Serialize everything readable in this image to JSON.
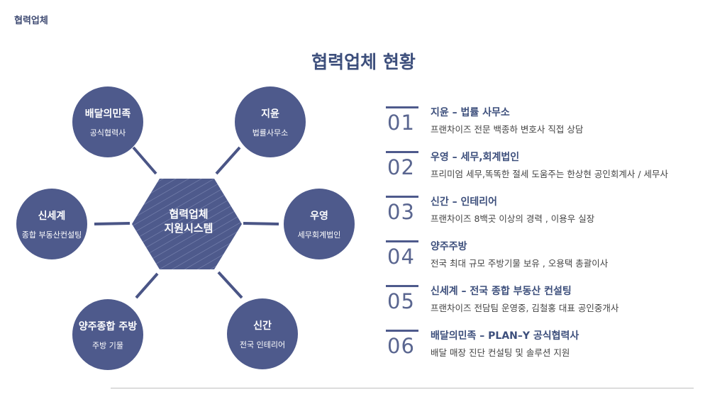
{
  "header": {
    "label": "협력업체"
  },
  "page": {
    "title": "협력업체 현황"
  },
  "diagram": {
    "hub": {
      "line1": "협력업체",
      "line2": "지원시스템"
    },
    "nodes": {
      "baemin": {
        "title": "배달의민족",
        "sub": "공식협력사"
      },
      "jiyun": {
        "title": "지윤",
        "sub": "법률사무소"
      },
      "shinsegye": {
        "title": "신세계",
        "sub": "종합 부동산컨설팅"
      },
      "uyeong": {
        "title": "우영",
        "sub": "세무회계법인"
      },
      "yangju": {
        "title": "양주종합 주방",
        "sub": "주방 기물"
      },
      "singan": {
        "title": "신간",
        "sub": "전국 인테리어"
      }
    }
  },
  "partners": [
    {
      "num": "01",
      "title": "지윤 – 법률 사무소",
      "desc": "프랜차이즈 전문 백종하 변호사 직접 상담"
    },
    {
      "num": "02",
      "title": "우영 – 세무,회계법인",
      "desc": "프리미엄 세무,똑똑한 절세 도움주는 한상현 공인회계사 / 세무사"
    },
    {
      "num": "03",
      "title": "신간 – 인테리어",
      "desc": "프랜차이즈 8백곳 이상의 경력 , 이용우 실장"
    },
    {
      "num": "04",
      "title": "양주주방",
      "desc": "전국 최대 규모 주방기물 보유 , 오용택 총괄이사"
    },
    {
      "num": "05",
      "title": "신세계 – 전국 종합 부동산 컨설팅",
      "desc": "프랜차이즈 전담팀 운영중, 김철홍 대표 공인중개사"
    },
    {
      "num": "06",
      "title": "배달의민족 – PLAN–Y 공식협력사",
      "desc": "배달 매장 진단 컨설팅 및 솔루션 지원"
    }
  ],
  "colors": {
    "primary": "#4e5a8c",
    "title": "#3d4f7c",
    "connector": "#4a5586"
  }
}
